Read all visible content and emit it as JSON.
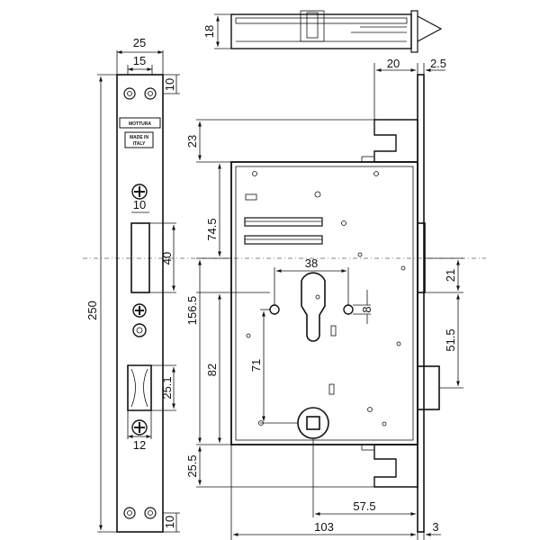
{
  "drawing": {
    "brand_plate": "MOTTURA",
    "origin_plate": [
      "MADE IN",
      "ITALY"
    ],
    "faceplate_dims": {
      "width_outer": "25",
      "width_inner": "15",
      "top_margin": "10",
      "bottom_margin": "10",
      "total_height": "250",
      "latch_slot_width": "10",
      "latch_slot_height": "40",
      "bolt_slot_height": "25.1",
      "bolt_slot_width": "12"
    },
    "top_view_dims": {
      "depth": "18"
    },
    "body_dims": {
      "latch_tip": "20",
      "faceplate_thickness": "2.5",
      "top_offset": "23",
      "upper_to_latch": "74.5",
      "latch_to_bottom": "156.5",
      "cylinder_to_bottom": "82",
      "cylinder_to_square": "71",
      "bottom_offset": "25.5",
      "cylinder_width": "38",
      "screw_hole": "8",
      "latch_to_cylinder": "21",
      "cylinder_to_bolt": "51.5",
      "backset": "57.5",
      "case_width": "103",
      "front_thickness": "3"
    }
  }
}
